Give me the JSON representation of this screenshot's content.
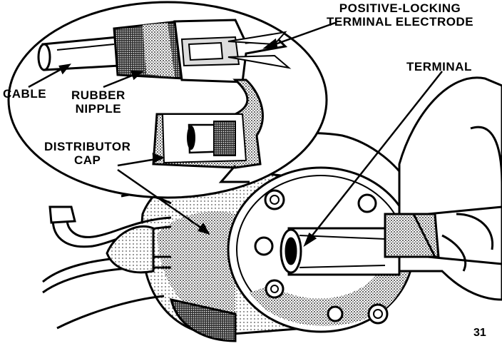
{
  "labels": {
    "positive_locking_line1": "POSITIVE-LOCKING",
    "positive_locking_line2": "TERMINAL ELECTRODE",
    "terminal": "TERMINAL",
    "cable": "CABLE",
    "rubber_nipple_line1": "RUBBER",
    "rubber_nipple_line2": "NIPPLE",
    "distributor_cap_line1": "DISTRIBUTOR",
    "distributor_cap_line2": "CAP"
  },
  "figure_number": "31",
  "colors": {
    "ink": "#000000",
    "paper": "#ffffff",
    "shade": "#9a9a9a"
  }
}
